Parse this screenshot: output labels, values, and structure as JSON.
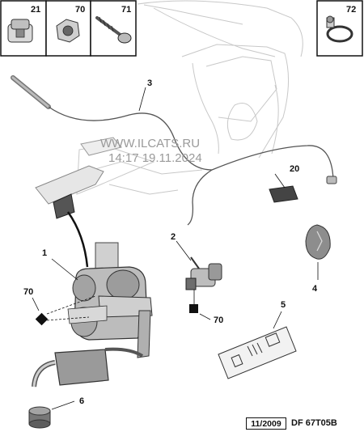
{
  "watermark": {
    "url": "WWW.ILCATS.RU",
    "timestamp": "14:17 19.11.2024"
  },
  "parts_legend": [
    {
      "ref": "21",
      "icon": "nut-clip-icon"
    },
    {
      "ref": "70",
      "icon": "hex-nut-icon"
    },
    {
      "ref": "71",
      "icon": "screw-icon"
    },
    {
      "ref": "72",
      "icon": "hose-clamp-icon"
    }
  ],
  "callouts": {
    "c1": "1",
    "c2": "2",
    "c3": "3",
    "c4": "4",
    "c5": "5",
    "c6": "6",
    "c20": "20",
    "c70a": "70",
    "c70b": "70"
  },
  "footer": {
    "date": "11/2009",
    "code": "DF 67T05B"
  }
}
